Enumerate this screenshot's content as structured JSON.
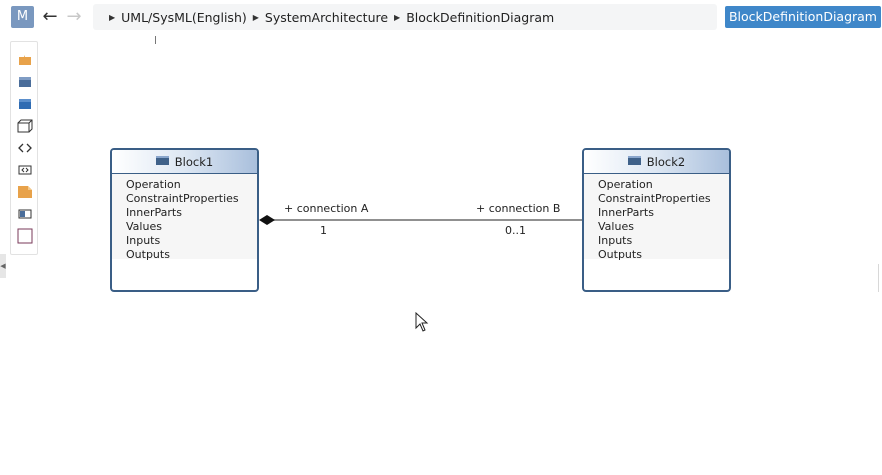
{
  "toolbar": {
    "m_badge": "M",
    "back_glyph": "←",
    "forward_glyph": "→",
    "breadcrumb": [
      "UML/SysML(English)",
      "SystemArchitecture",
      "BlockDefinitionDiagram"
    ],
    "diagram_button": "BlockDefinitionDiagram"
  },
  "palette": {
    "items": [
      {
        "icon": "package-icon",
        "color": "#e8a24a"
      },
      {
        "icon": "block-icon",
        "color": "#4a6d9a"
      },
      {
        "icon": "block-filled-icon",
        "color": "#2f6cb3"
      },
      {
        "icon": "block-3d-icon",
        "color": "#333333"
      },
      {
        "icon": "code-brackets-icon",
        "color": "#333333"
      },
      {
        "icon": "value-type-icon",
        "color": "#333333"
      },
      {
        "icon": "note-icon",
        "color": "#e8a24a"
      },
      {
        "icon": "port-icon",
        "color": "#4a6d9a"
      },
      {
        "icon": "frame-icon",
        "color": "#7a3a5a"
      }
    ]
  },
  "diagram": {
    "blocks": [
      {
        "name": "Block1",
        "compartments": [
          "Operation",
          "ConstraintProperties",
          "InnerParts",
          "Values",
          "Inputs",
          "Outputs"
        ]
      },
      {
        "name": "Block2",
        "compartments": [
          "Operation",
          "ConstraintProperties",
          "InnerParts",
          "Values",
          "Inputs",
          "Outputs"
        ]
      }
    ],
    "association": {
      "kind": "composition",
      "end_a": {
        "role": "+ connection A",
        "multiplicity": "1"
      },
      "end_b": {
        "role": "+ connection B",
        "multiplicity": "0..1"
      }
    }
  },
  "colors": {
    "accent": "#3f87c9",
    "block_border": "#3a5e86",
    "m_badge": "#7a98bf"
  }
}
